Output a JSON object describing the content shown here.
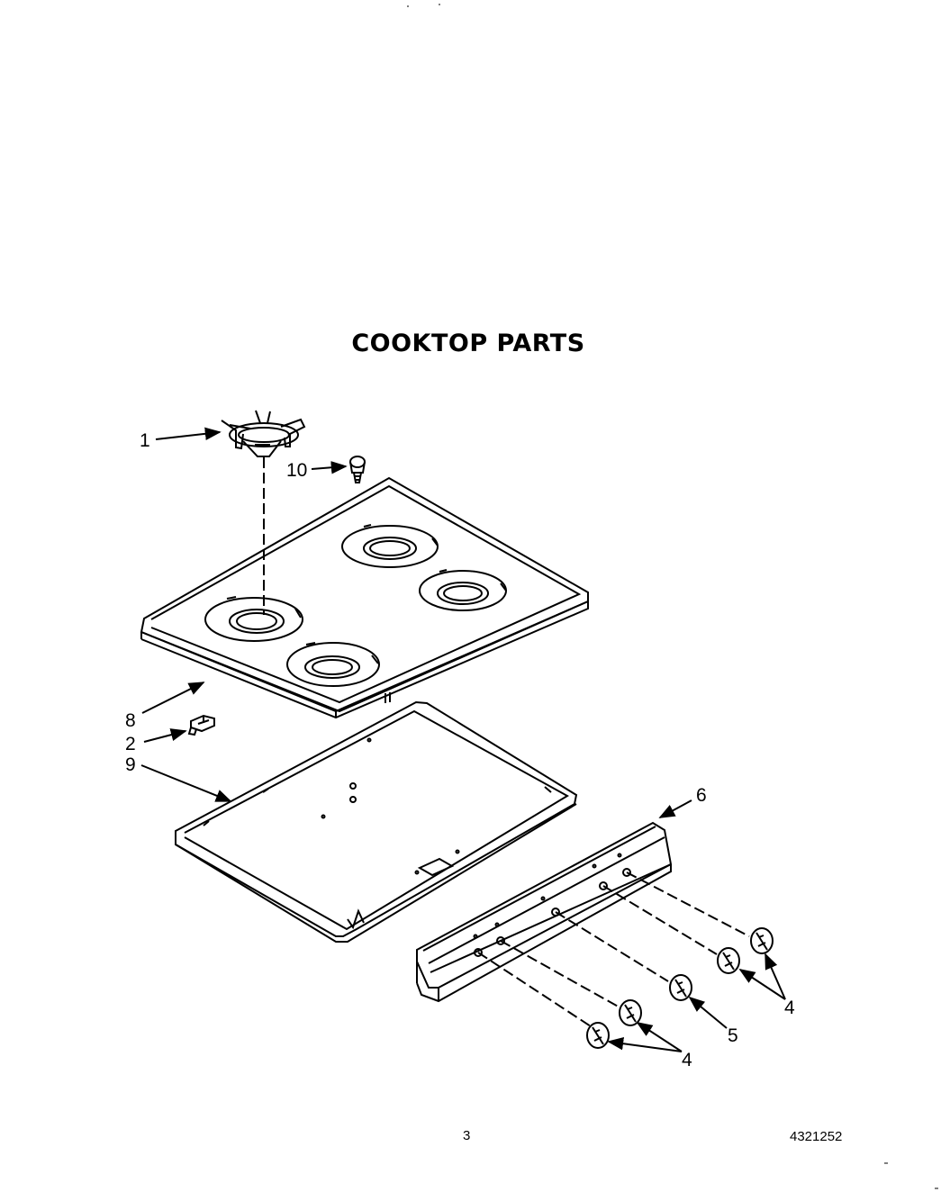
{
  "title": "COOKTOP PARTS",
  "callouts": {
    "c1": "1",
    "c10": "10",
    "c8": "8",
    "c2": "2",
    "c9": "9",
    "c6": "6",
    "c4_right": "4",
    "c5": "5",
    "c4_bottom": "4"
  },
  "footer": {
    "page_number": "3",
    "document_number": "4321252"
  }
}
